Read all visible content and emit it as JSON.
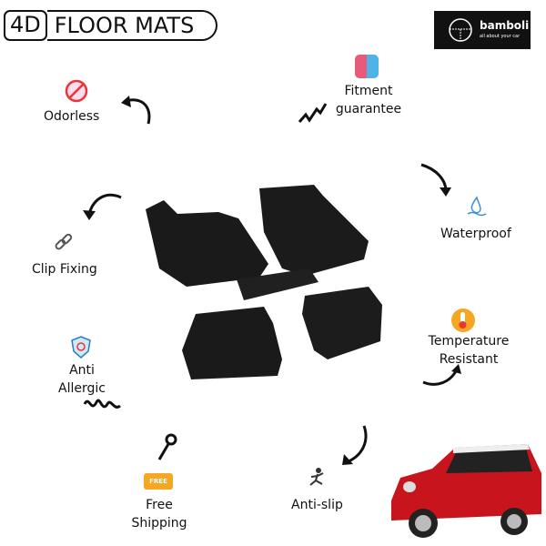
{
  "header": {
    "badge_prefix": "4D",
    "badge_title": "FLOOR MATS"
  },
  "logo": {
    "brand": "bamboli",
    "tagline": "all about your car"
  },
  "features": {
    "odorless": "Odorless",
    "fitment_1": "Fitment",
    "fitment_2": "guarantee",
    "clip": "Clip Fixing",
    "waterproof": "Waterproof",
    "temp_1": "Temperature",
    "temp_2": "Resistant",
    "anti_1": "Anti",
    "anti_2": "Allergic",
    "ship_1": "Free",
    "ship_2": "Shipping",
    "antislip": "Anti-slip",
    "free_tag": "FREE"
  },
  "colors": {
    "mat": "#1a1a1a",
    "car_body": "#c8141c",
    "accent": "#e89a2c"
  }
}
